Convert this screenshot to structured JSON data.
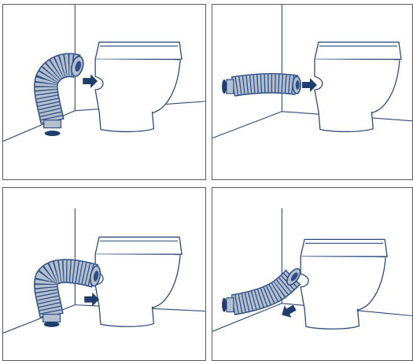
{
  "figure": {
    "panels": [
      {
        "id": "p1",
        "pipe": "bent-to-floor",
        "arrow_direction": "right"
      },
      {
        "id": "p2",
        "pipe": "straight-to-wall",
        "arrow_direction": "right"
      },
      {
        "id": "p3",
        "pipe": "bent-to-floor",
        "arrow_direction": "right"
      },
      {
        "id": "p4",
        "pipe": "angled-to-wall",
        "arrow_direction": "down-left"
      }
    ],
    "colors": {
      "line": "#2b4a78",
      "pipe_fill": "#b4bfcf",
      "pipe_rib": "#2d4f86",
      "arrow": "#1f3d6d",
      "border": "#5a5a5a"
    }
  }
}
